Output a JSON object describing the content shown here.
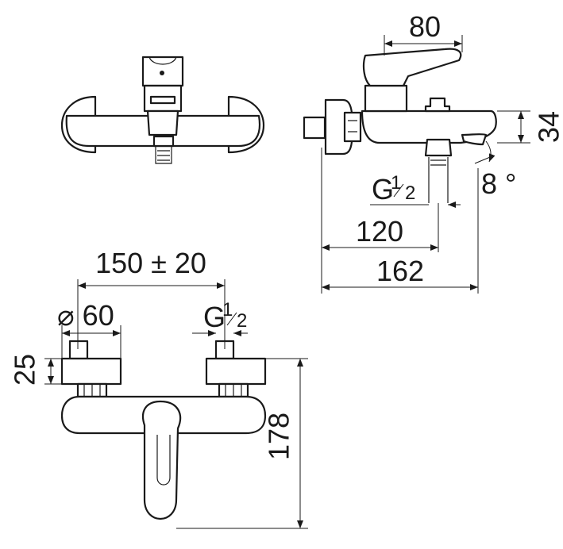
{
  "drawing": {
    "dimensions": {
      "spout_reach": "80",
      "body_height": "34",
      "spout_angle": "8 °",
      "outlet_thread_letter": "G",
      "outlet_thread_numerator": "1",
      "outlet_thread_denominator": "2",
      "outlet_distance": "120",
      "total_depth": "162",
      "centre_distance": "150 ± 20",
      "cover_diameter": "⌀ 60",
      "inlet_thread_letter": "G",
      "inlet_thread_numerator": "1",
      "inlet_thread_denominator": "2",
      "cover_height": "25",
      "total_height": "178"
    }
  }
}
